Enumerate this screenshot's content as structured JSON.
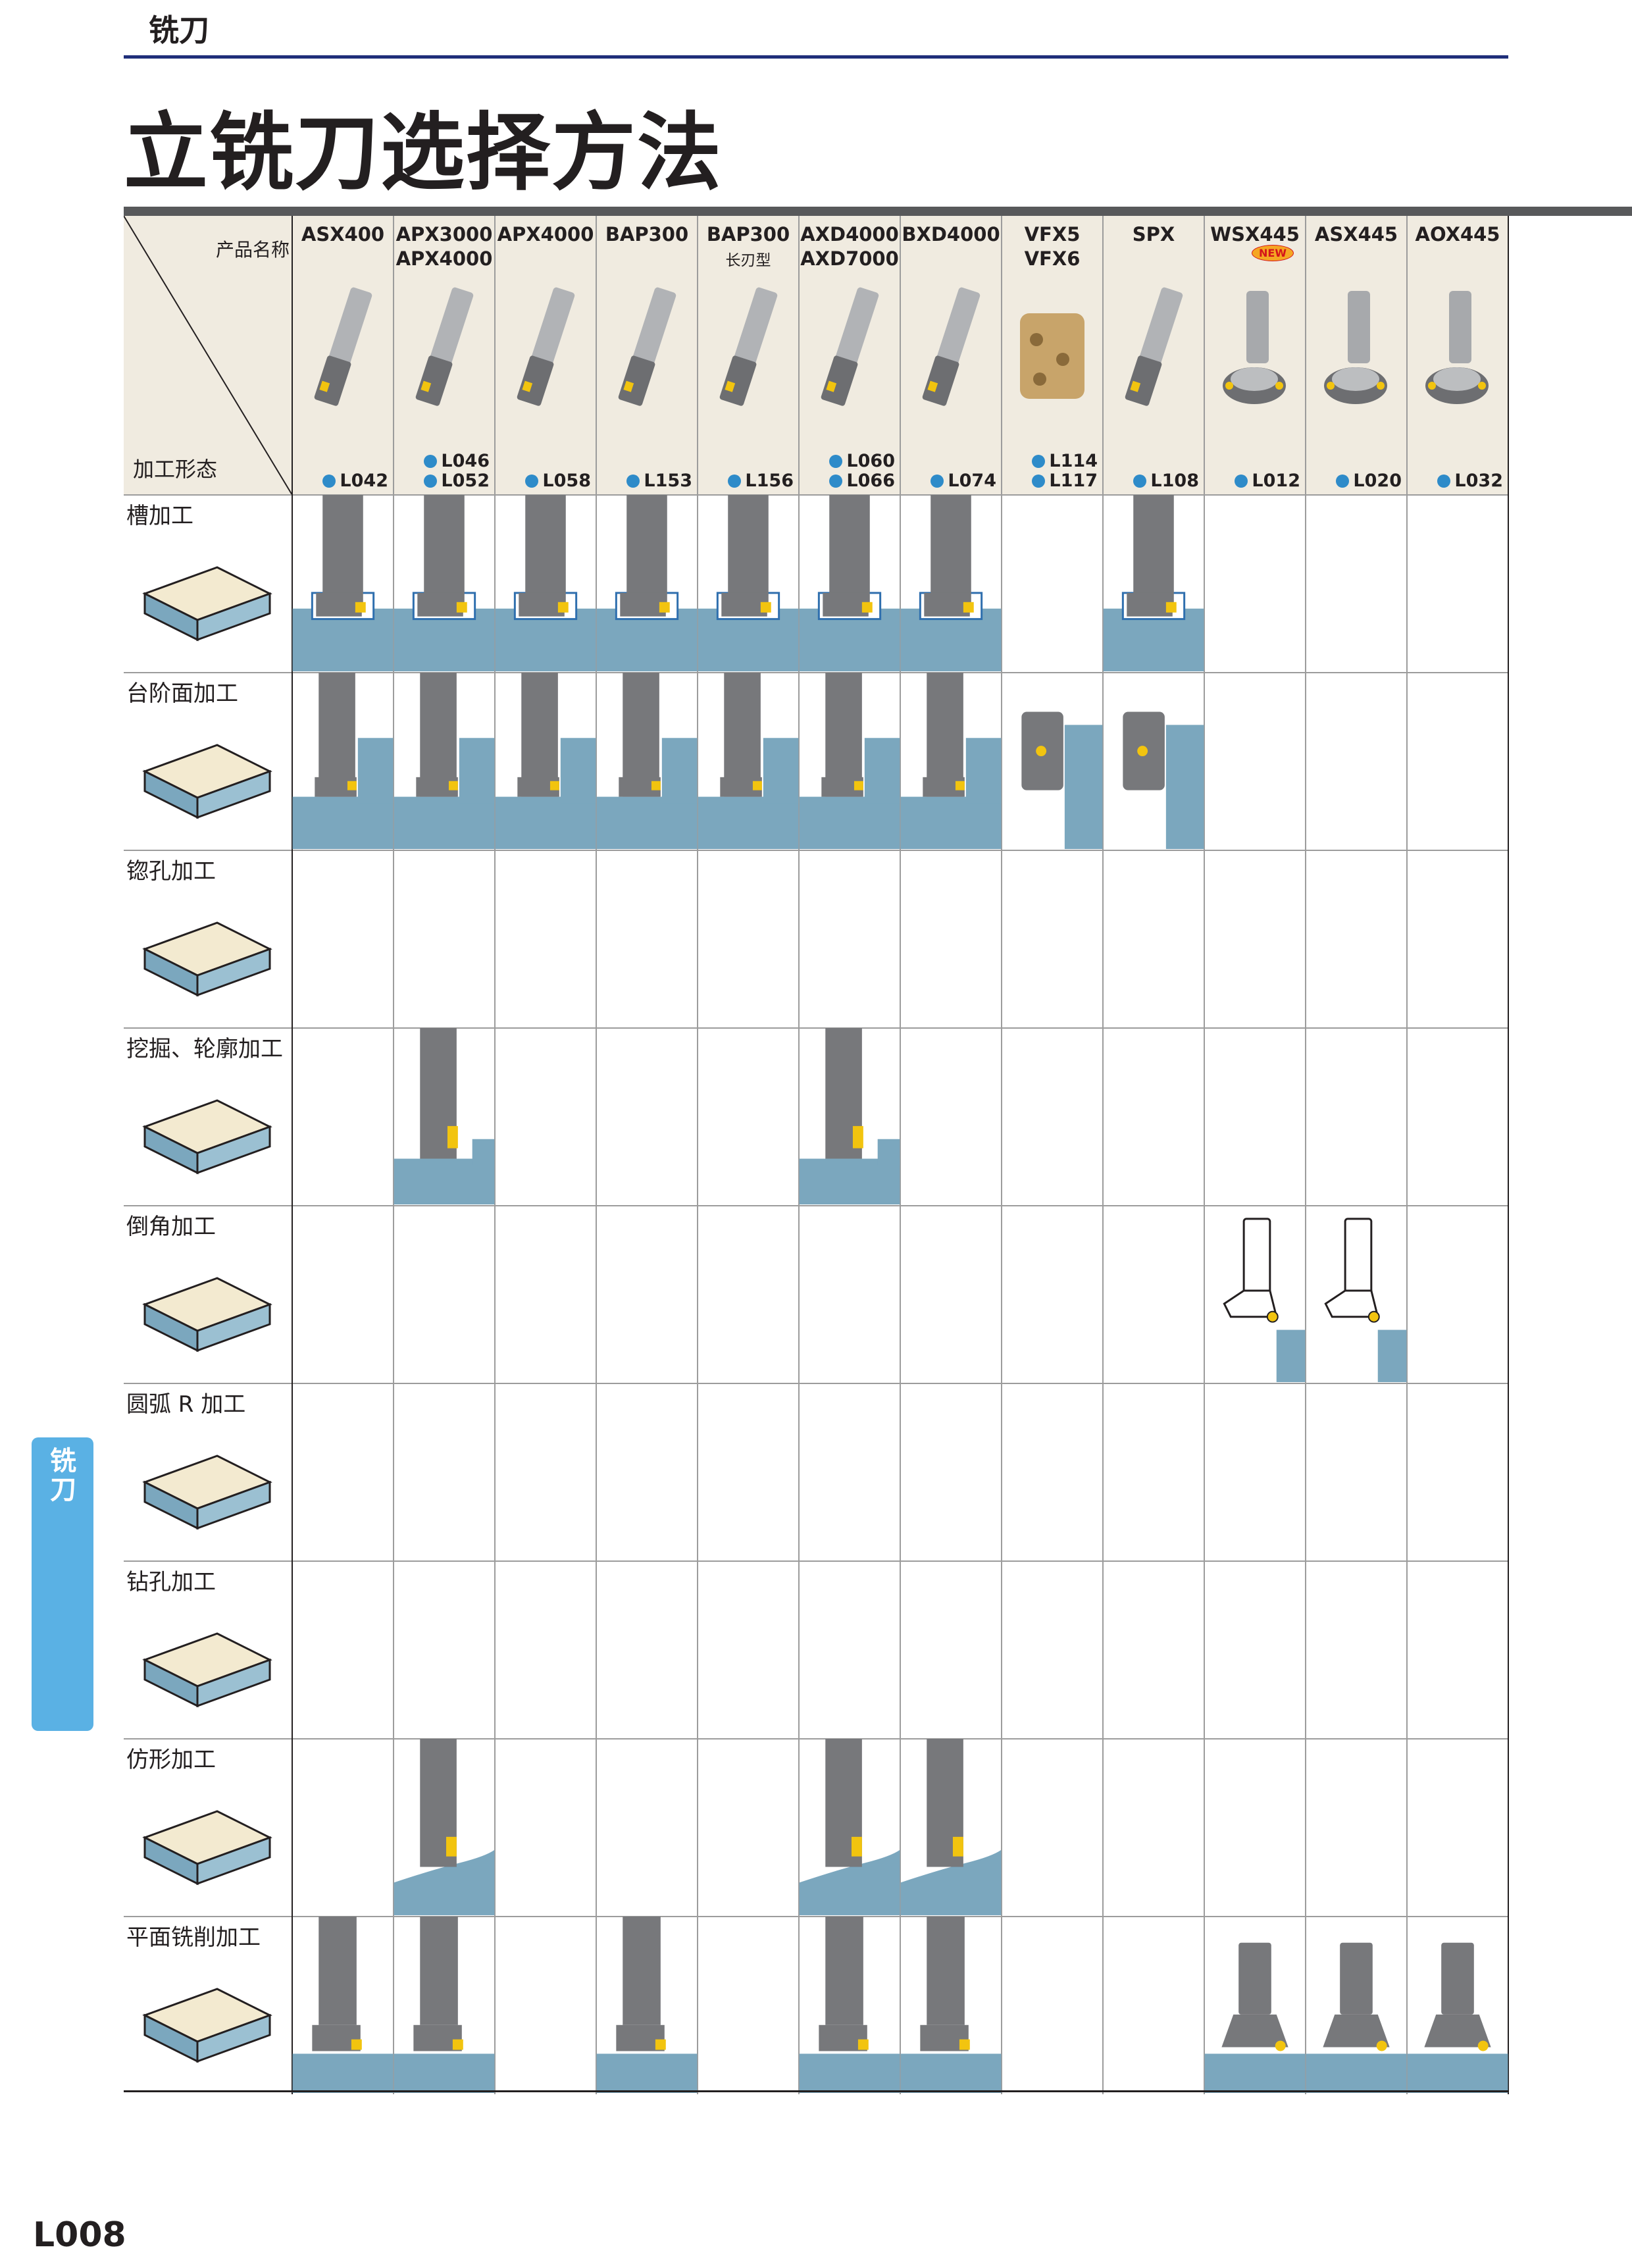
{
  "section": "铣刀",
  "title": "立铣刀选择方法",
  "header": {
    "product_label": "产品名称",
    "shape_label": "加工形态"
  },
  "products": [
    {
      "name": "ASX400",
      "name2": "",
      "sub": "",
      "new": false,
      "pages": [
        "L042"
      ]
    },
    {
      "name": "APX3000",
      "name2": "APX4000",
      "sub": "",
      "new": false,
      "pages": [
        "L046",
        "L052"
      ]
    },
    {
      "name": "APX4000",
      "name2": "",
      "sub": "",
      "new": false,
      "pages": [
        "L058"
      ]
    },
    {
      "name": "BAP300",
      "name2": "",
      "sub": "",
      "new": false,
      "pages": [
        "L153"
      ]
    },
    {
      "name": "BAP300",
      "name2": "",
      "sub": "长刃型",
      "new": false,
      "pages": [
        "L156"
      ]
    },
    {
      "name": "AXD4000",
      "name2": "AXD7000",
      "sub": "",
      "new": false,
      "pages": [
        "L060",
        "L066"
      ]
    },
    {
      "name": "BXD4000",
      "name2": "",
      "sub": "",
      "new": false,
      "pages": [
        "L074"
      ]
    },
    {
      "name": "VFX5",
      "name2": "VFX6",
      "sub": "",
      "new": false,
      "pages": [
        "L114",
        "L117"
      ]
    },
    {
      "name": "SPX",
      "name2": "",
      "sub": "",
      "new": false,
      "pages": [
        "L108"
      ]
    },
    {
      "name": "WSX445",
      "name2": "",
      "sub": "",
      "new": true,
      "new_label": "NEW",
      "pages": [
        "L012"
      ]
    },
    {
      "name": "ASX445",
      "name2": "",
      "sub": "",
      "new": false,
      "pages": [
        "L020"
      ]
    },
    {
      "name": "AOX445",
      "name2": "",
      "sub": "",
      "new": false,
      "pages": [
        "L032"
      ]
    }
  ],
  "rows": [
    {
      "label": "槽加工",
      "icon": "slot-icon"
    },
    {
      "label": "台阶面加工",
      "icon": "shoulder-icon"
    },
    {
      "label": "锪孔加工",
      "icon": "counterbore-icon"
    },
    {
      "label": "挖掘、轮廓加工",
      "icon": "pocket-icon"
    },
    {
      "label": "倒角加工",
      "icon": "chamfer-icon"
    },
    {
      "label": "圆弧 R 加工",
      "icon": "radius-icon"
    },
    {
      "label": "钻孔加工",
      "icon": "drill-icon"
    },
    {
      "label": "仿形加工",
      "icon": "copy-icon"
    },
    {
      "label": "平面铣削加工",
      "icon": "face-icon"
    }
  ],
  "matrix": [
    [
      "slot",
      "slot",
      "slot",
      "slot",
      "slot",
      "slot",
      "slot",
      "",
      "slot",
      "",
      "",
      ""
    ],
    [
      "step",
      "step",
      "step",
      "step",
      "step",
      "step",
      "step",
      "vstep",
      "vstep",
      "",
      "",
      ""
    ],
    [
      "",
      "",
      "",
      "",
      "",
      "",
      "",
      "",
      "",
      "",
      "",
      ""
    ],
    [
      "",
      "pocket",
      "",
      "",
      "",
      "pocket",
      "",
      "",
      "",
      "",
      "",
      ""
    ],
    [
      "",
      "",
      "",
      "",
      "",
      "",
      "",
      "",
      "",
      "chamfer",
      "chamfer",
      ""
    ],
    [
      "",
      "",
      "",
      "",
      "",
      "",
      "",
      "",
      "",
      "",
      "",
      ""
    ],
    [
      "",
      "",
      "",
      "",
      "",
      "",
      "",
      "",
      "",
      "",
      "",
      ""
    ],
    [
      "",
      "wave",
      "",
      "",
      "",
      "wave",
      "wave",
      "",
      "",
      "",
      "",
      ""
    ],
    [
      "face",
      "face",
      "",
      "face",
      "",
      "face",
      "face",
      "",
      "",
      "facet",
      "facet",
      "facet"
    ]
  ],
  "colors": {
    "workpiece": "#7ba7be",
    "edge": "#2f6fae",
    "tool": "#77787b",
    "insert": "#f2c40f",
    "header": "#f0ebe0",
    "tab": "#5ab1e4"
  },
  "side_tab": "铣刀",
  "page_no": "L008"
}
